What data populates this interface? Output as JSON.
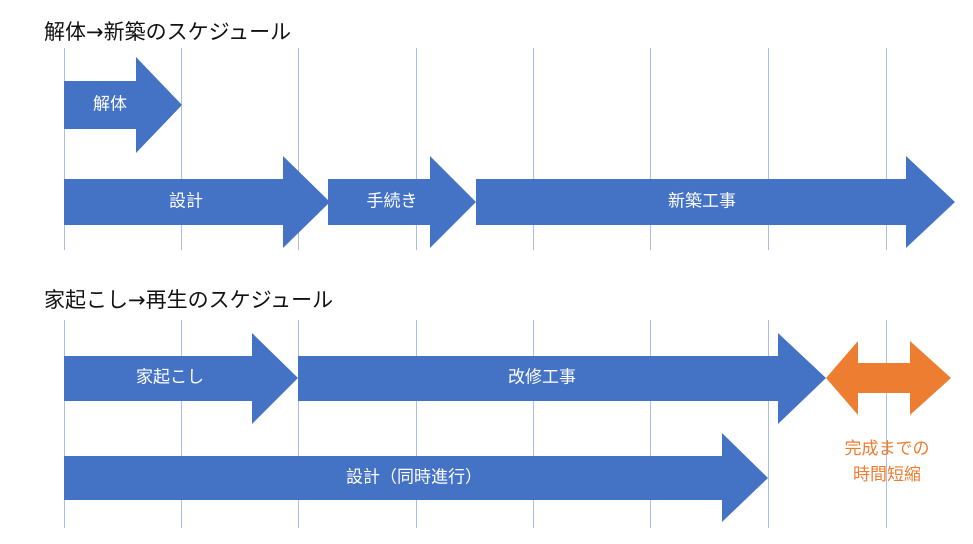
{
  "headings": {
    "demolition_rebuild": "解体→新築のスケジュール",
    "renovation": "家起こし→再生のスケジュール"
  },
  "colors": {
    "bar_blue": "#4472C4",
    "accent_orange": "#ED7D31",
    "grid_line": "#A9BEE0",
    "heading_text": "#111111"
  },
  "schedule_a": {
    "demolition": "解体",
    "design": "設計",
    "procedures": "手続き",
    "new_construction": "新築工事"
  },
  "schedule_b": {
    "house_raising": "家起こし",
    "renovation_work": "改修工事",
    "design_parallel": "設計（同時進行）"
  },
  "note": {
    "line1": "完成までの",
    "line2": "時間短縮"
  }
}
